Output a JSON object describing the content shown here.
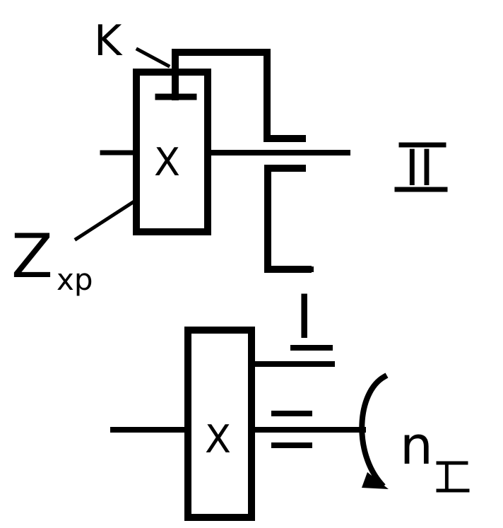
{
  "labels": {
    "k": "K",
    "x_upper": "X",
    "x_lower": "X",
    "z_main": "Z",
    "z_sub": "xp",
    "shaft_two": "II",
    "shaft_one": "I",
    "n_main": "n",
    "n_sub": "I"
  },
  "colors": {
    "ink": "#000000",
    "paper": "#ffffff"
  },
  "icons": {
    "rotation": "curved-arrow-icon"
  }
}
